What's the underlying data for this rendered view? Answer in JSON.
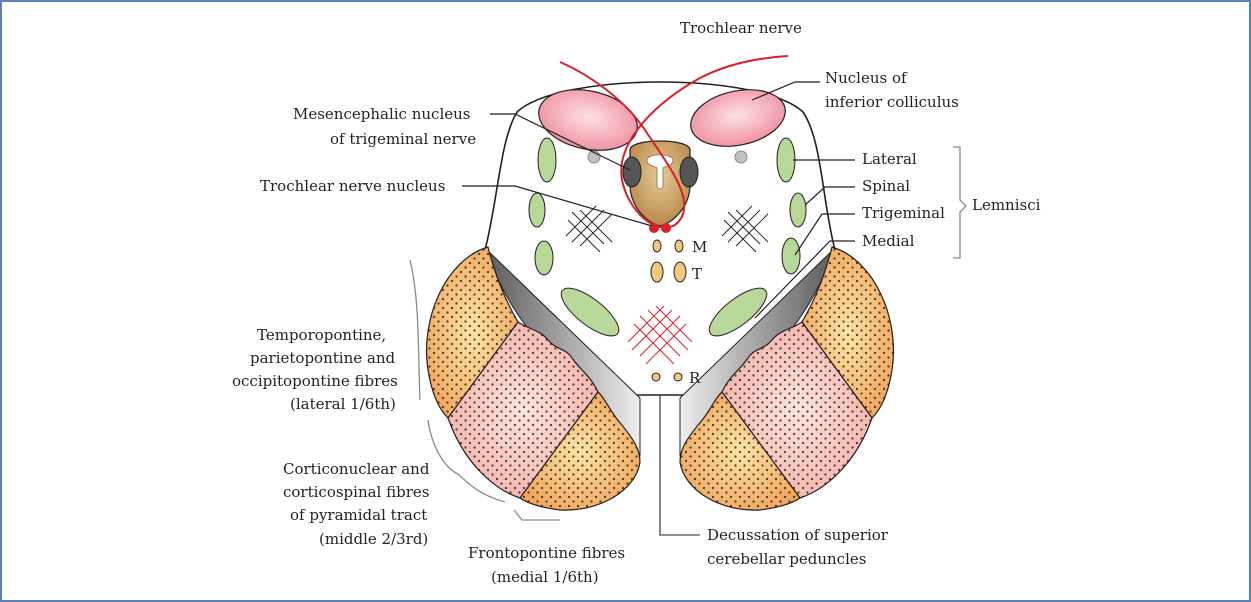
{
  "colors": {
    "border": "#5b7fb8",
    "nerve_red": "#d8202a",
    "colliculus_pink": "#f2a0ad",
    "lemniscus_green": "#b8d89a",
    "aqueduct_tan": "#c8a060",
    "orange_fibres": "#f0a860",
    "pink_fibres": "#f4b8b0",
    "grey_substantia": "#9a9a9a"
  },
  "labels": {
    "trochlear_nerve": "Trochlear nerve",
    "nucleus_inferior_colliculus_1": "Nucleus of",
    "nucleus_inferior_colliculus_2": "inferior colliculus",
    "mesencephalic_1": "Mesencephalic nucleus",
    "mesencephalic_2": "of trigeminal nerve",
    "trochlear_nucleus": "Trochlear nerve nucleus",
    "lateral": "Lateral",
    "spinal": "Spinal",
    "trigeminal": "Trigeminal",
    "medial": "Medial",
    "lemnisci": "Lemnisci",
    "m": "M",
    "t": "T",
    "r": "R",
    "temporo_1": "Temporopontine,",
    "temporo_2": "parietopontine and",
    "temporo_3": "occipitopontine fibres",
    "temporo_4": "(lateral 1/6th)",
    "cortico_1": "Corticonuclear and",
    "cortico_2": "corticospinal fibres",
    "cortico_3": "of pyramidal tract",
    "cortico_4": "(middle 2/3rd)",
    "fronto_1": "Frontopontine fibres",
    "fronto_2": "(medial 1/6th)",
    "decussation_1": "Decussation of superior",
    "decussation_2": "cerebellar peduncles"
  }
}
